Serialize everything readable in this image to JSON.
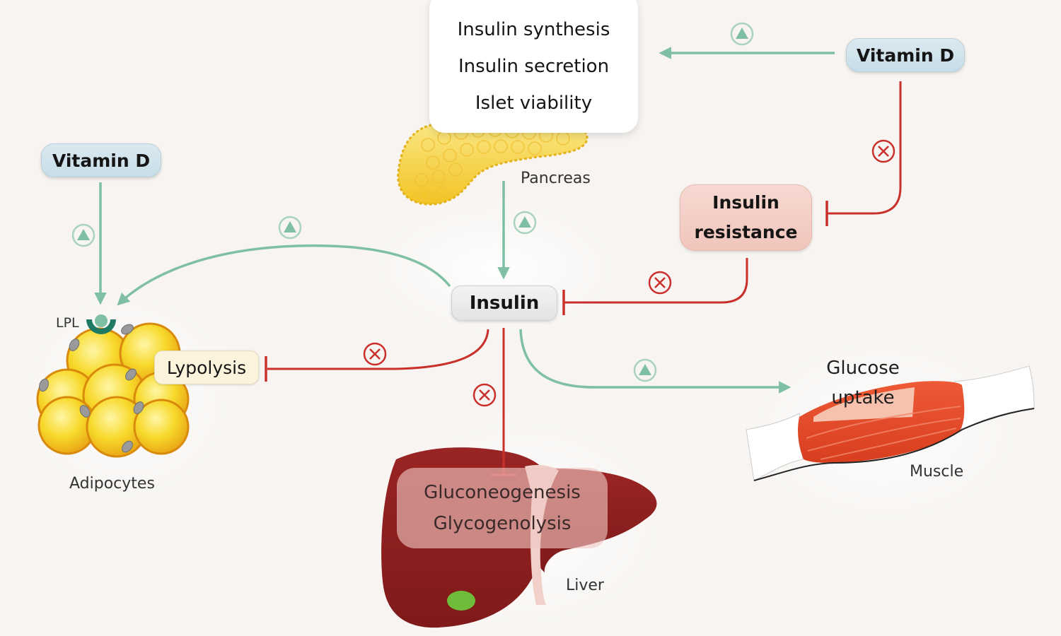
{
  "colors": {
    "stimulate": "#7fbfa3",
    "inhibit": "#c9302c",
    "background": "#f7f4f1"
  },
  "nodes": {
    "pancreas_effects": [
      "Insulin synthesis",
      "Insulin secretion",
      "Islet viability"
    ],
    "vitamin_d_top": "Vitamin D",
    "vitamin_d_left": "Vitamin D",
    "insulin": "Insulin",
    "insulin_resistance": [
      "Insulin",
      "resistance"
    ],
    "lypolysis": "Lypolysis",
    "liver_effects": [
      "Gluconeogenesis",
      "Glycogenolysis"
    ],
    "glucose_uptake": [
      "Glucose",
      "uptake"
    ]
  },
  "organ_labels": {
    "pancreas": "Pancreas",
    "adipocytes": "Adipocytes",
    "lpl": "LPL",
    "liver": "Liver",
    "muscle": "Muscle"
  },
  "edges": [
    {
      "from": "Vitamin D",
      "to": "Pancreas effects",
      "type": "stimulate",
      "icon": "up-triangle-icon"
    },
    {
      "from": "Vitamin D",
      "to": "Insulin resistance",
      "type": "inhibit",
      "icon": "x-circle-icon"
    },
    {
      "from": "Vitamin D",
      "to": "LPL (Adipocytes)",
      "type": "stimulate",
      "icon": "up-triangle-icon"
    },
    {
      "from": "Pancreas",
      "to": "Insulin",
      "type": "stimulate",
      "icon": "up-triangle-icon"
    },
    {
      "from": "Insulin",
      "to": "LPL (Adipocytes)",
      "type": "stimulate",
      "icon": "up-triangle-icon"
    },
    {
      "from": "Insulin resistance",
      "to": "Insulin",
      "type": "inhibit",
      "icon": "x-circle-icon"
    },
    {
      "from": "Insulin",
      "to": "Lypolysis",
      "type": "inhibit",
      "icon": "x-circle-icon"
    },
    {
      "from": "Insulin",
      "to": "Liver effects",
      "type": "inhibit",
      "icon": "x-circle-icon"
    },
    {
      "from": "Insulin",
      "to": "Glucose uptake",
      "type": "stimulate",
      "icon": "up-triangle-icon"
    }
  ]
}
